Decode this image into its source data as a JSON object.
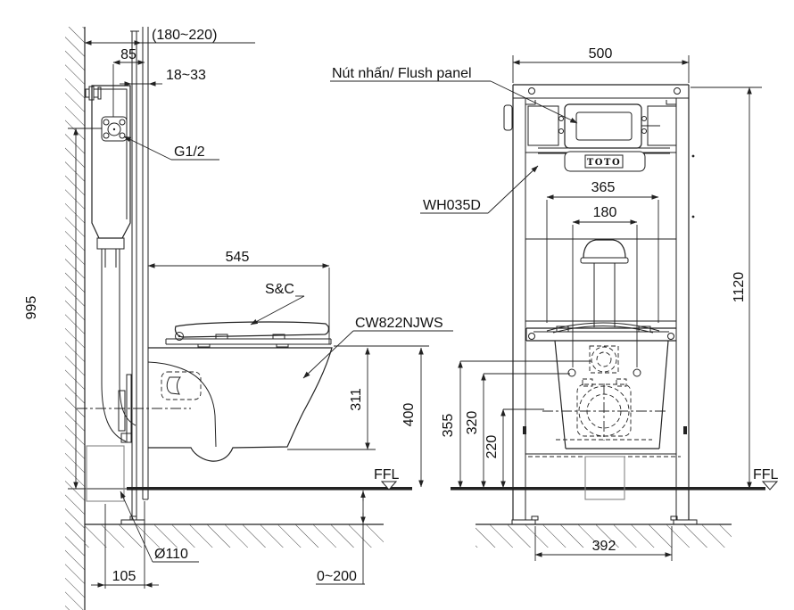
{
  "drawing": {
    "side_view": {
      "dim_wall_depth": "(180~220)",
      "dim_inlet_offset": "85",
      "dim_finish_thickness": "18~33",
      "label_inlet_thread": "G1/2",
      "dim_inlet_height": "995",
      "dim_bowl_projection": "545",
      "label_seat_model": "S&C",
      "label_bowl_model": "CW822NJWS",
      "dim_rim_to_bottom": "311",
      "dim_rim_height": "400",
      "label_ffl": "FFL",
      "label_drain_diameter": "Ø110",
      "dim_drain_offset": "105",
      "dim_floor_buildup": "0~200"
    },
    "front_view": {
      "label_flush_panel": "Nút nhấn/ Flush panel",
      "label_frame_model": "WH035D",
      "brand_logo": "TOTO",
      "dim_frame_width": "500",
      "dim_plate_width": "365",
      "dim_bolt_spacing": "180",
      "dim_frame_height": "1120",
      "dim_inlet_center_height": "355",
      "dim_bolt_height": "320",
      "dim_outlet_center_height": "220",
      "dim_leg_spacing": "392",
      "label_ffl": "FFL"
    }
  }
}
